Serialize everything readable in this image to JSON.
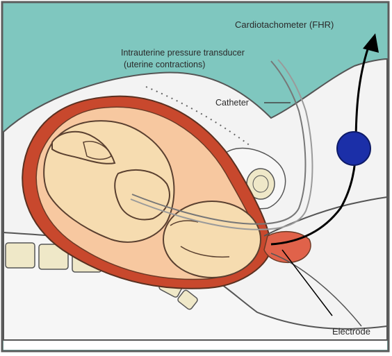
{
  "labels": {
    "cardiotachometer": "Cardiotachometer (FHR)",
    "transducer_line1": "Intrauterine pressure transducer",
    "transducer_line2": "(uterine contractions)",
    "catheter": "Catheter",
    "electrode": "Electrode"
  },
  "colors": {
    "background": "#7fc7bf",
    "frame": "#5c5c5c",
    "maternal_tissue": "#f3f3f3",
    "uterine_wall": "#c8482d",
    "amniotic_space": "#f7c8a0",
    "fetus": "#f6dcb0",
    "outline": "#5a4030",
    "cervix": "#e0624a",
    "electrode_disc": "#1b2fa8",
    "vertebra": "#efe8c8"
  },
  "icons": {
    "electrode_disc": "blue-circle",
    "signal_arrow": "arrow-up-icon"
  }
}
